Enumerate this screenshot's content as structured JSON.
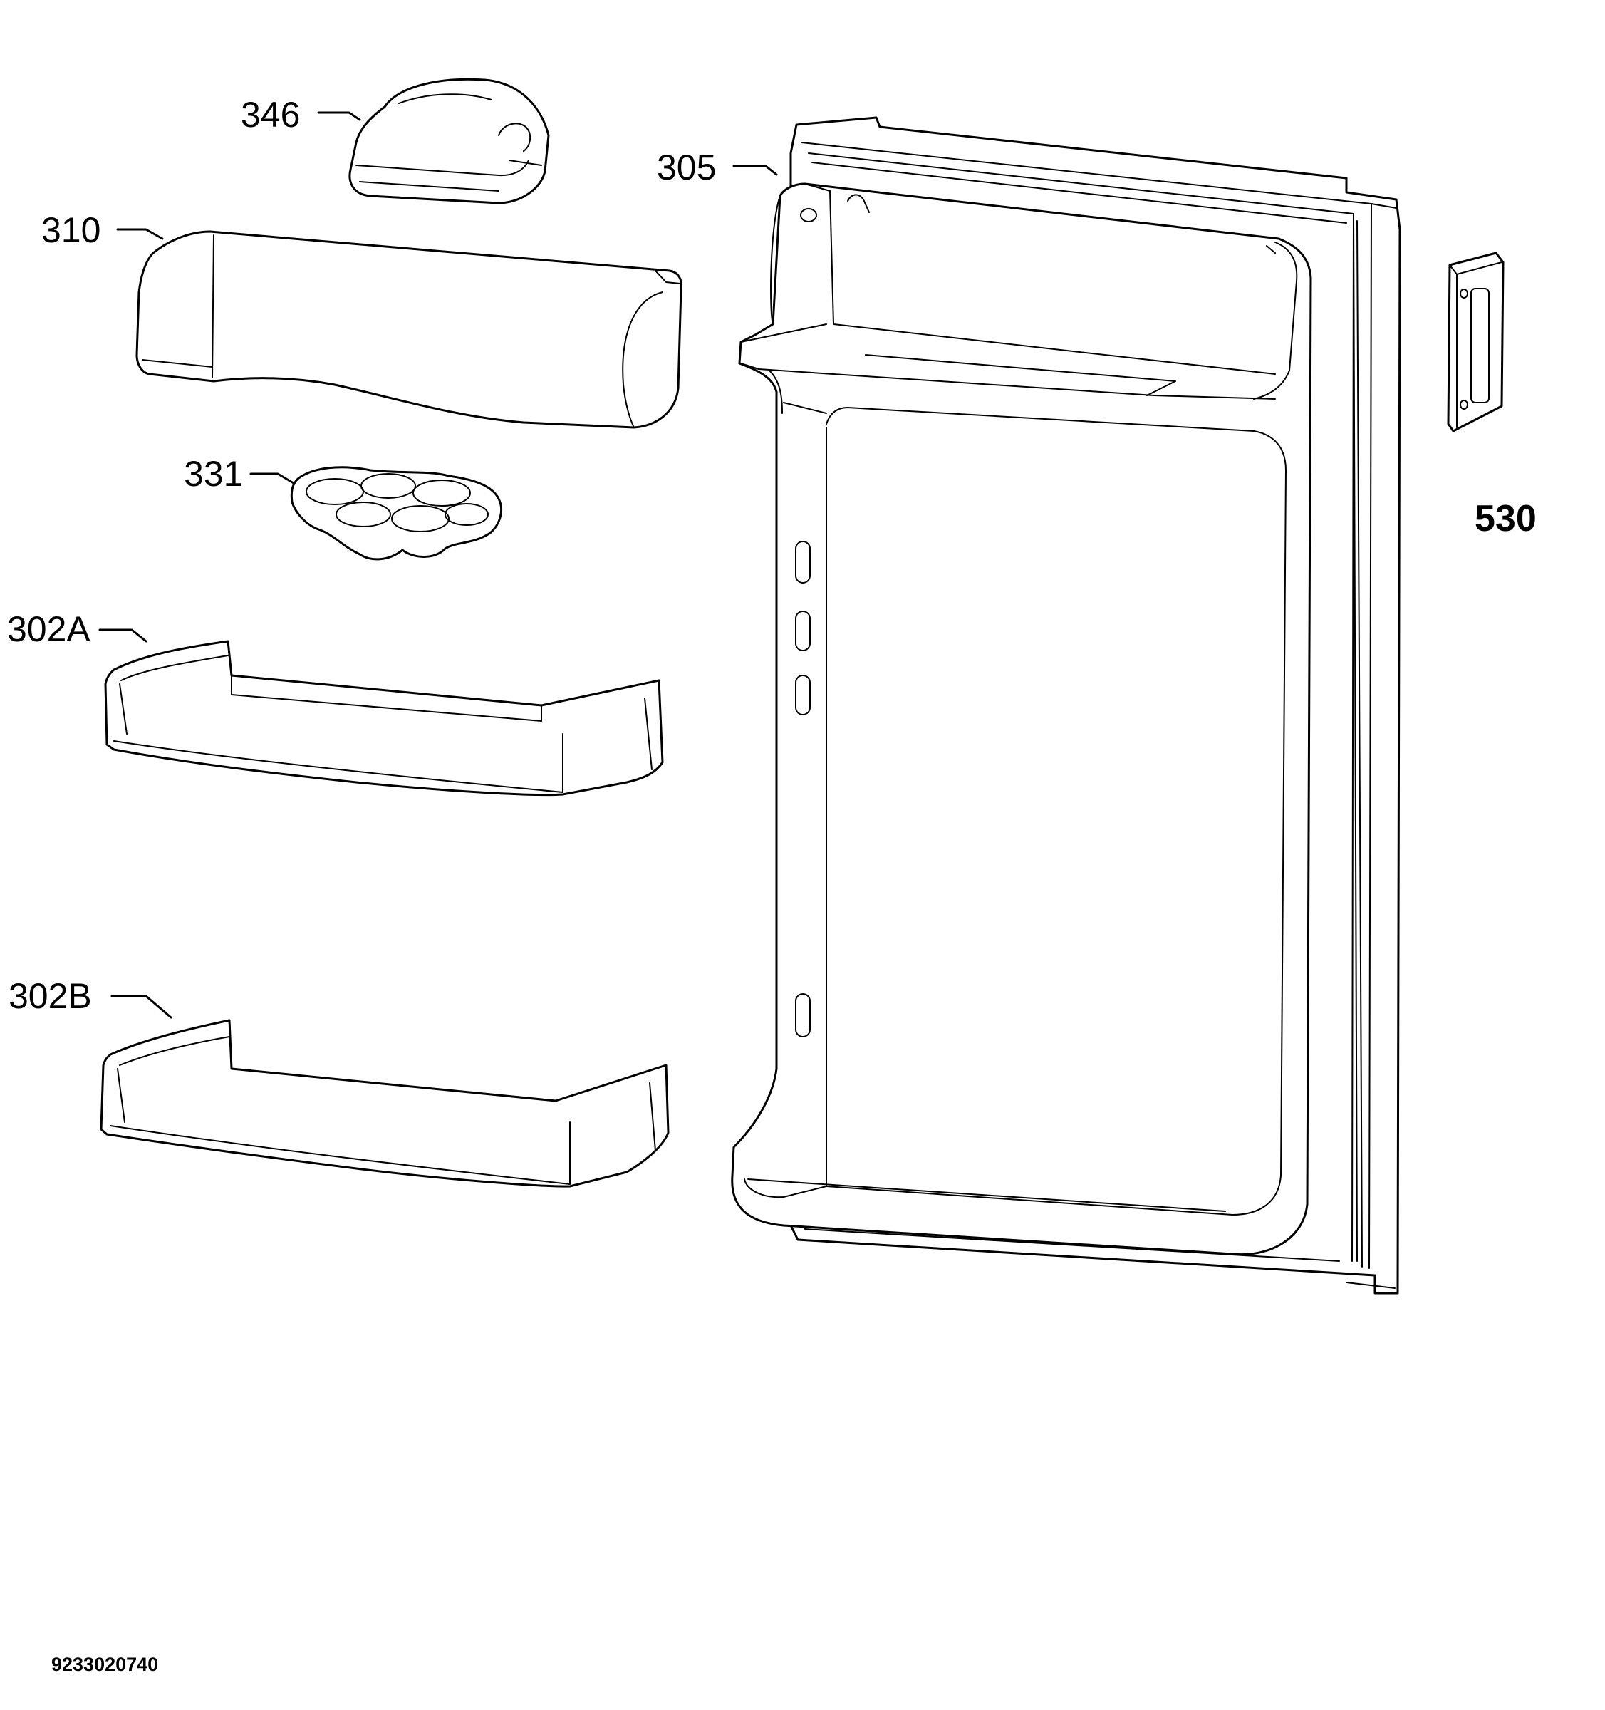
{
  "diagram": {
    "parts": [
      {
        "id": "p346",
        "label": "346"
      },
      {
        "id": "p310",
        "label": "310"
      },
      {
        "id": "p331",
        "label": "331"
      },
      {
        "id": "p302a",
        "label": "302A"
      },
      {
        "id": "p302b",
        "label": "302B"
      },
      {
        "id": "p305",
        "label": "305"
      },
      {
        "id": "p530",
        "label": "530"
      }
    ],
    "document_number": "9233020740"
  }
}
